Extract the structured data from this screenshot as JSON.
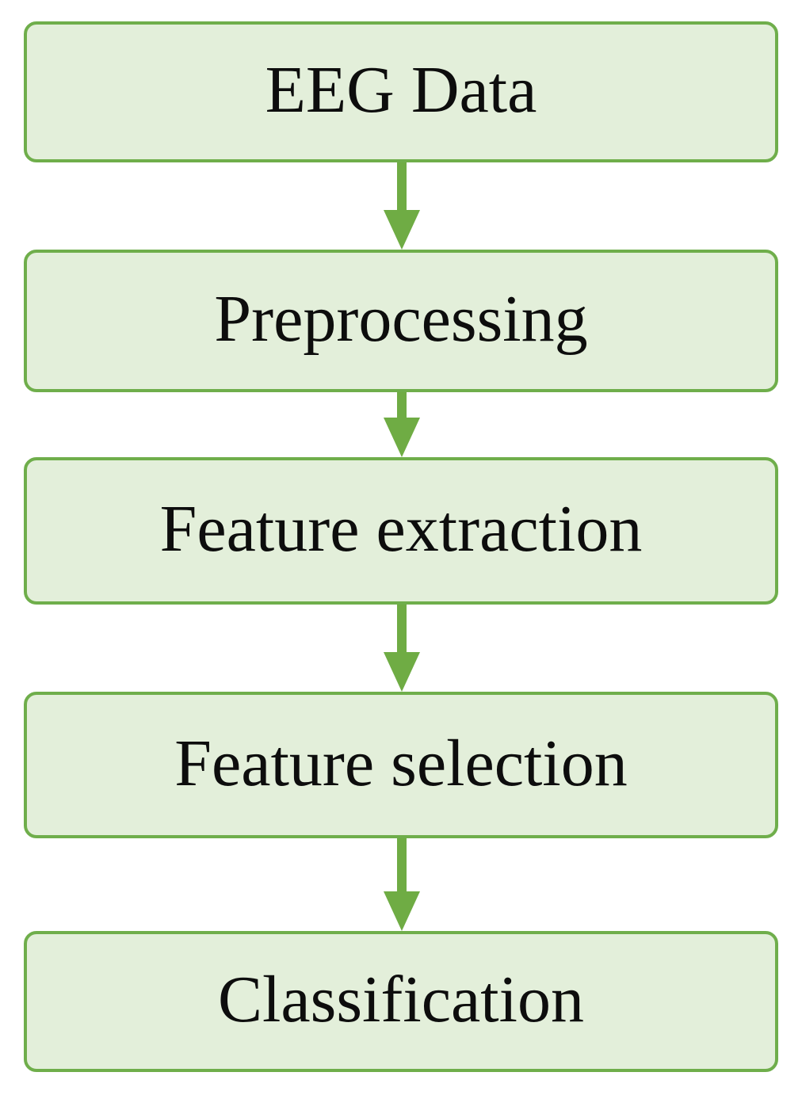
{
  "diagram": {
    "type": "flowchart",
    "direction": "top-to-bottom",
    "nodes": [
      {
        "id": "eeg-data",
        "label": "EEG Data"
      },
      {
        "id": "preprocessing",
        "label": "Preprocessing"
      },
      {
        "id": "feature-extraction",
        "label": "Feature extraction"
      },
      {
        "id": "feature-selection",
        "label": "Feature selection"
      },
      {
        "id": "classification",
        "label": "Classification"
      }
    ],
    "edges": [
      {
        "from": "eeg-data",
        "to": "preprocessing",
        "style": "arrow-down"
      },
      {
        "from": "preprocessing",
        "to": "feature-extraction",
        "style": "arrow-down"
      },
      {
        "from": "feature-extraction",
        "to": "feature-selection",
        "style": "arrow-down"
      },
      {
        "from": "feature-selection",
        "to": "classification",
        "style": "arrow-down"
      }
    ],
    "colors": {
      "box_fill": "#e3efda",
      "box_border": "#6fae4b",
      "arrow": "#6fac44",
      "text": "#0d0d0d",
      "background": "#ffffff"
    }
  }
}
